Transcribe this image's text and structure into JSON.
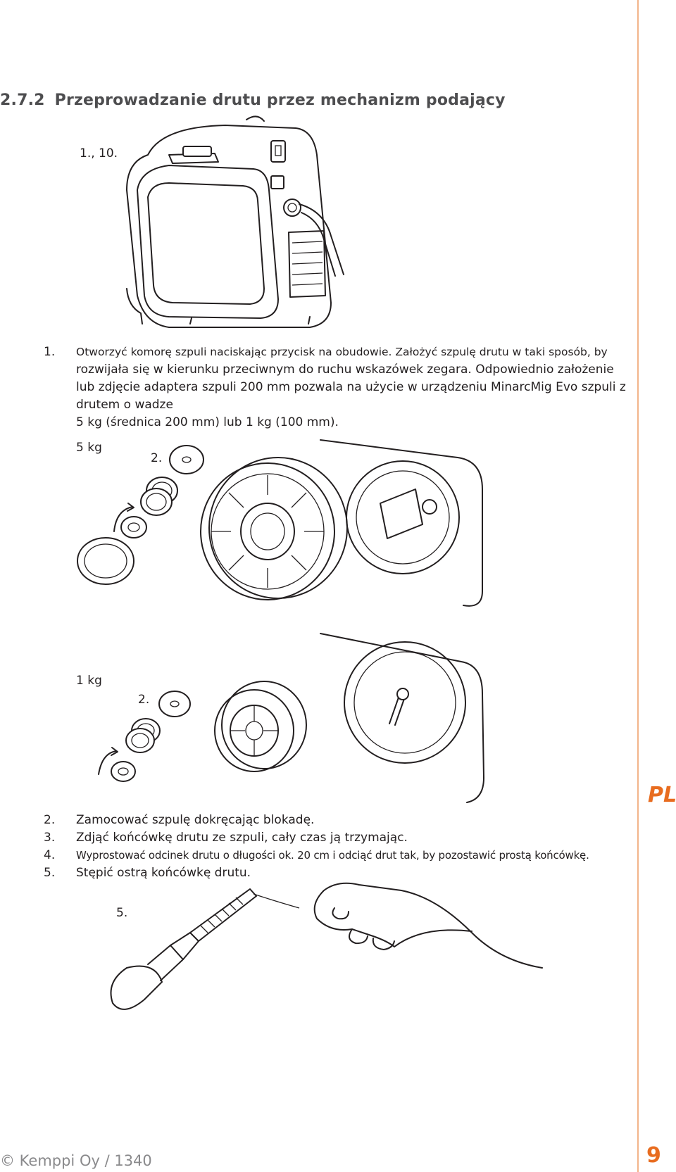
{
  "section": {
    "number": "2.7.2",
    "title": "Przeprowadzanie drutu przez mechanizm podający"
  },
  "figure1_label": "1., 10.",
  "step1": {
    "number": "1.",
    "lines": [
      "Otworzyć komorę szpuli naciskając przycisk na obudowie. Założyć szpulę drutu w taki sposób, by",
      "rozwijała się w kierunku przeciwnym do ruchu wskazówek zegara. Odpowiednio założenie",
      "lub zdjęcie adaptera szpuli 200 mm pozwala na użycie w urządzeniu MinarcMig Evo szpuli z",
      "drutem o wadze",
      "5 kg (średnica 200 mm) lub 1 kg (100 mm)."
    ]
  },
  "figure2": {
    "weight_label": "5 kg",
    "step_label": "2."
  },
  "figure3": {
    "weight_label": "1 kg",
    "step_label": "2."
  },
  "steps": [
    {
      "number": "2.",
      "text": "Zamocować szpulę dokręcając blokadę."
    },
    {
      "number": "3.",
      "text": "Zdjąć końcówkę drutu ze szpuli, cały czas ją trzymając."
    },
    {
      "number": "4.",
      "text": "Wyprostować odcinek drutu o długości ok. 20 cm i odciąć drut tak, by pozostawić prostą końcówkę."
    },
    {
      "number": "5.",
      "text": "Stępić ostrą końcówkę drutu."
    }
  ],
  "figure4_label": "5.",
  "language_tab": "PL",
  "footer": "© Kemppi Oy / 1340",
  "page_number": "9",
  "colors": {
    "accent": "#e86c1f",
    "text": "#231f20",
    "heading": "#4d4d4f",
    "rule": "#f2b48a"
  }
}
